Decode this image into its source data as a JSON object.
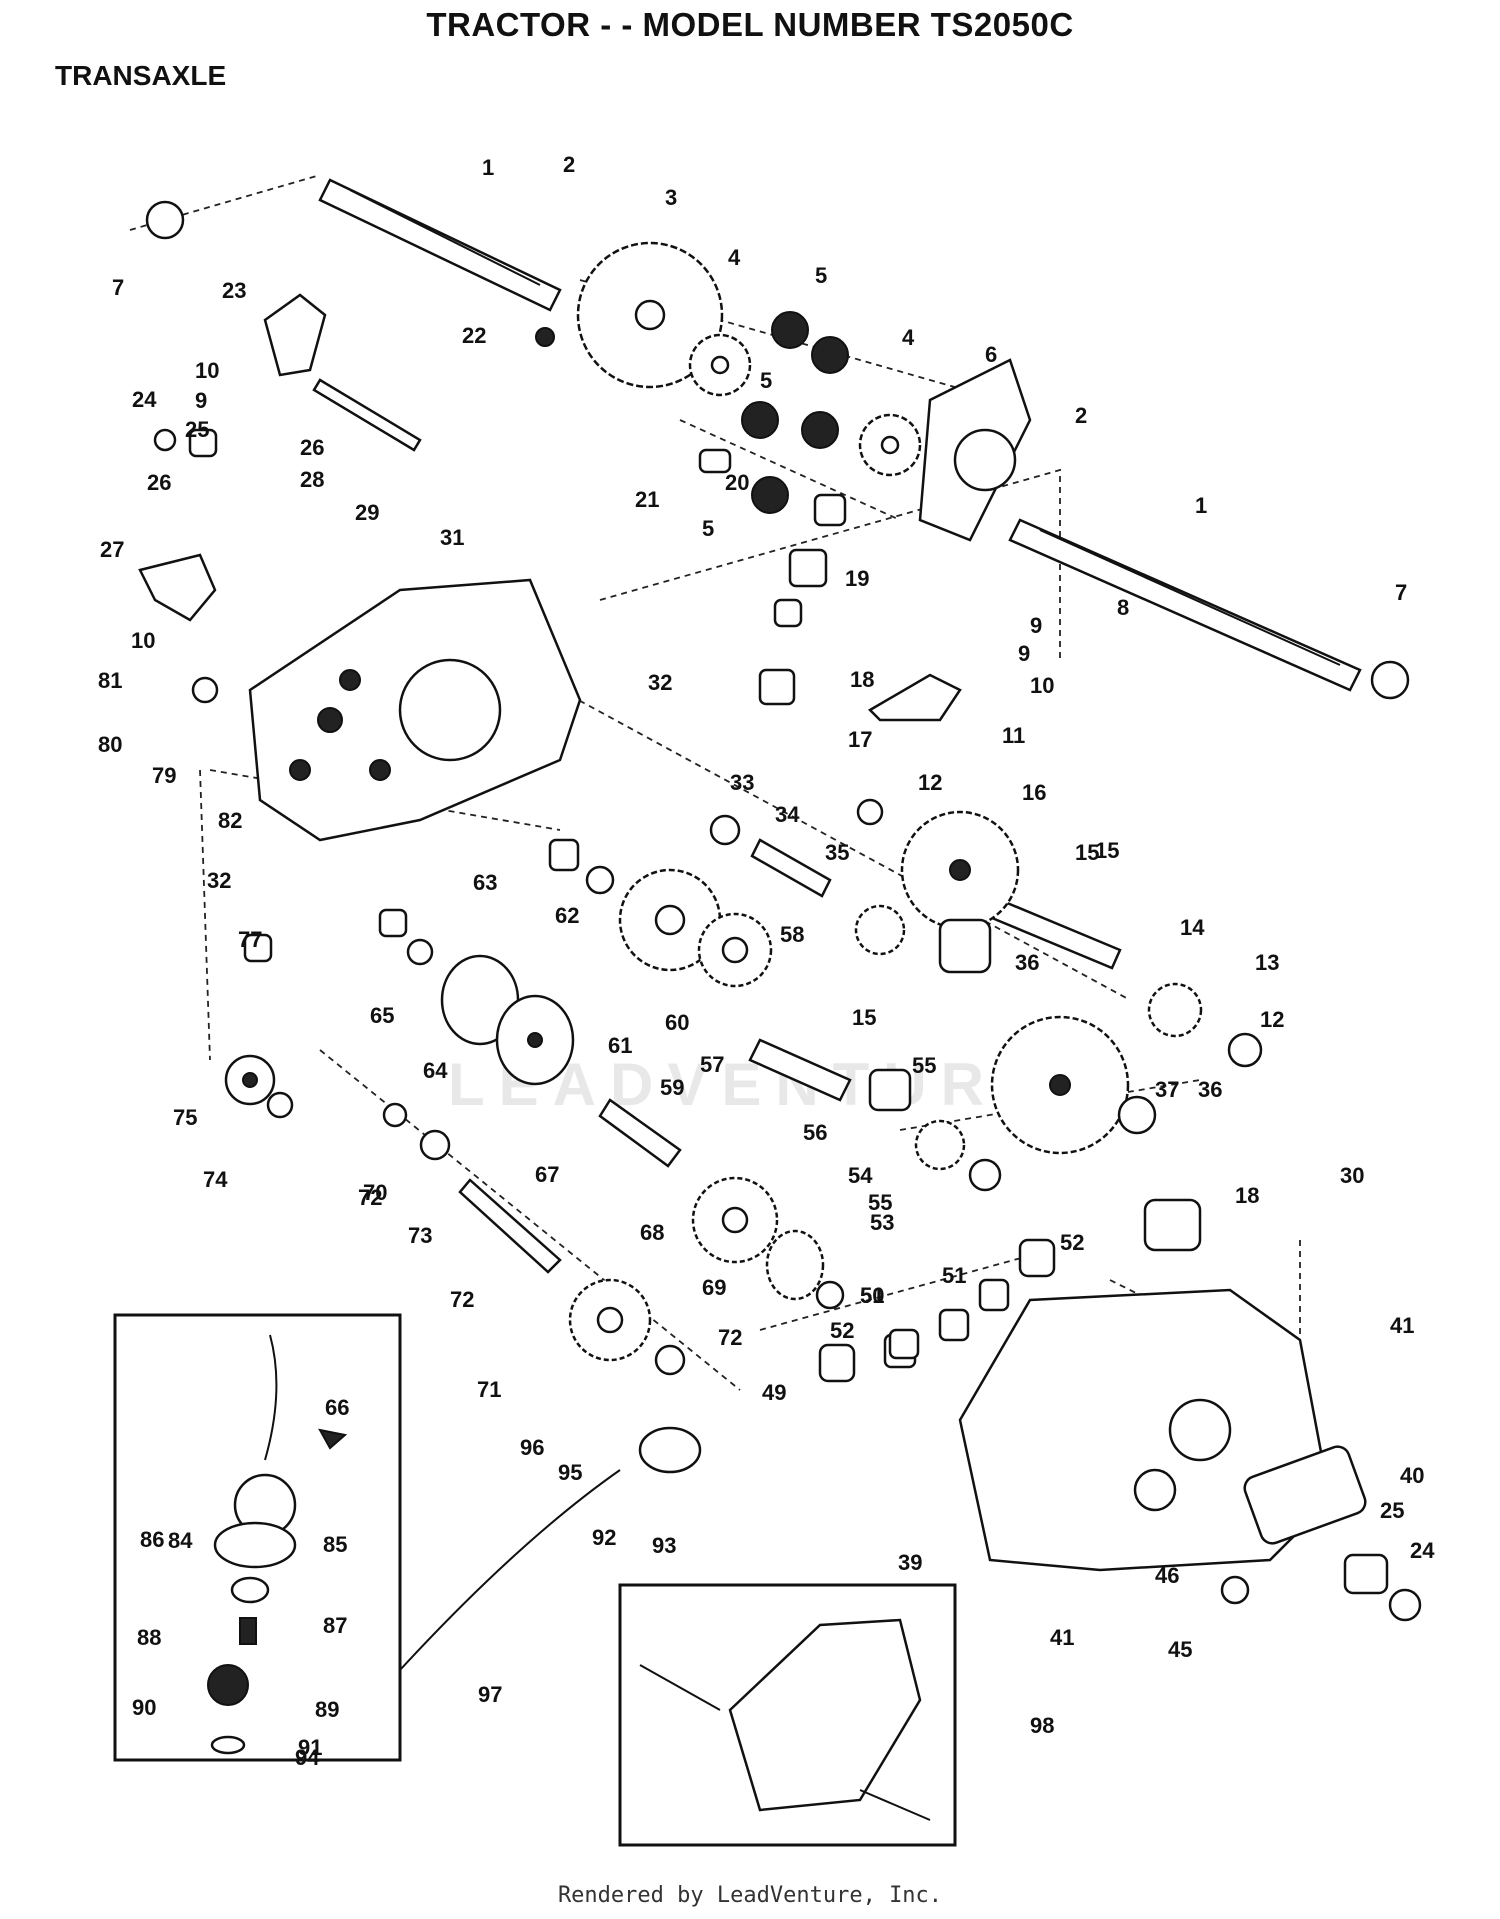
{
  "header": {
    "title": "TRACTOR - - MODEL NUMBER TS2050C",
    "section": "TRANSAXLE"
  },
  "footer": {
    "text": "Rendered by LeadVenture, Inc."
  },
  "watermark": {
    "text": "LEADVENTURE"
  },
  "diagram": {
    "callouts": [
      "1",
      "2",
      "3",
      "4",
      "5",
      "6",
      "7",
      "8",
      "9",
      "10",
      "11",
      "12",
      "13",
      "14",
      "15",
      "16",
      "17",
      "18",
      "19",
      "20",
      "21",
      "22",
      "23",
      "24",
      "25",
      "26",
      "27",
      "28",
      "29",
      "30",
      "31",
      "32",
      "33",
      "34",
      "35",
      "36",
      "37",
      "39",
      "40",
      "41",
      "45",
      "46",
      "49",
      "50",
      "51",
      "52",
      "53",
      "54",
      "55",
      "56",
      "57",
      "58",
      "59",
      "60",
      "61",
      "62",
      "63",
      "64",
      "65",
      "66",
      "67",
      "68",
      "69",
      "70",
      "71",
      "72",
      "73",
      "74",
      "75",
      "77",
      "79",
      "80",
      "81",
      "82",
      "84",
      "85",
      "86",
      "87",
      "88",
      "89",
      "90",
      "91",
      "92",
      "93",
      "94",
      "95",
      "96",
      "97",
      "98"
    ]
  }
}
